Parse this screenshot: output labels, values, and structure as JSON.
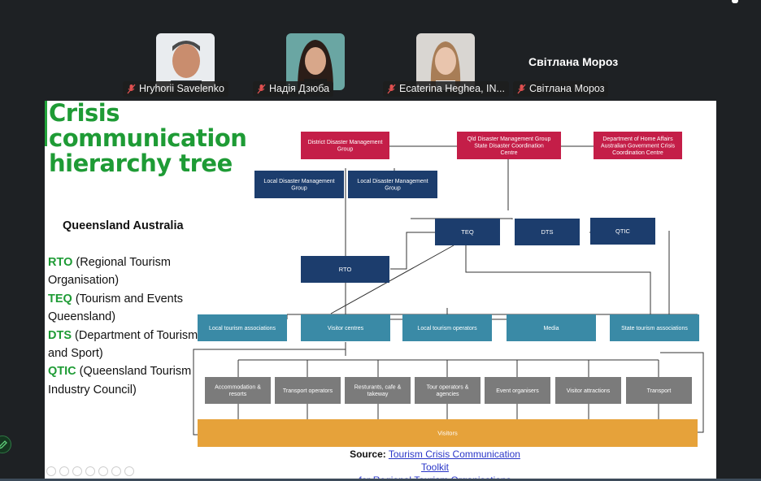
{
  "participants": [
    {
      "name": "Hryhorii Savelenko",
      "muted": true
    },
    {
      "name": "Надія Дзюба",
      "muted": true
    },
    {
      "name": "Ecaterina Heghea, IN...",
      "muted": true
    },
    {
      "name": "Світлана Мороз",
      "muted": true
    }
  ],
  "active_speaker": "Світлана Мороз",
  "slide": {
    "title": "Crisis communication hierarchy tree",
    "subtitle": "Queensland Australia",
    "legend": [
      {
        "abbr": "RTO",
        "text": " (Regional Tourism Organisation)"
      },
      {
        "abbr": "TEQ",
        "text": " (Tourism and Events Queensland)"
      },
      {
        "abbr": "DTS",
        "text": " (Department of Tourism and Sport)"
      },
      {
        "abbr": "QTIC",
        "text": " (Queensland Tourism Industry Council)"
      }
    ],
    "source_label": "Source:",
    "source_link": "Tourism Crisis Communication Toolkit",
    "source_link_2": "for Regional Tourism Organisations",
    "chart": {
      "colors": {
        "red": "#c41e48",
        "navy": "#1c3d6d",
        "teal": "#3a8aa6",
        "gray": "#7b7b7b",
        "orange": "#e6a23a",
        "line": "#333333"
      },
      "nodes": {
        "district": "District Disaster Management Group",
        "qld": "Qld Disaster Management Group State Disaster Coordination Centre",
        "home": "Department of Home Affairs Australian Government Crisis Coordination Centre",
        "local1": "Local Disaster Management Group",
        "local2": "Local Disaster Management Group",
        "teq": "TEQ",
        "dts": "DTS",
        "qtic": "QTIC",
        "rto": "RTO",
        "lta": "Local tourism associations",
        "vc": "Visitor centres",
        "lto": "Local tourism operators",
        "media": "Media",
        "sta": "State tourism associations",
        "acc": "Accommodation & resorts",
        "trop": "Transport operators",
        "rest": "Resturants, cafe & takeway",
        "tour": "Tour operators & agencies",
        "event": "Event organisers",
        "attr": "Visitor attractions",
        "trans": "Transport",
        "visitors": "Visitors"
      }
    }
  }
}
